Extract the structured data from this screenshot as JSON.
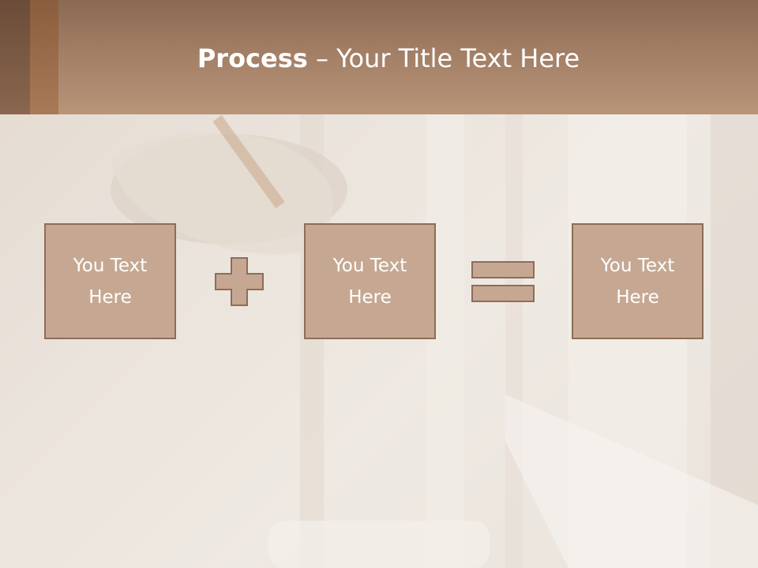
{
  "slide": {
    "title_bold": "Process",
    "title_rest": " – Your Title Text Here",
    "boxes": [
      {
        "text": "You Text\nHere"
      },
      {
        "text": "You Text\nHere"
      },
      {
        "text": "You Text\nHere"
      }
    ],
    "operators": [
      "plus-icon",
      "equals-icon"
    ]
  },
  "colors": {
    "header": "#a27e65",
    "box_fill": "#c6a892",
    "box_border": "#8c6d59",
    "text": "#ffffff"
  }
}
